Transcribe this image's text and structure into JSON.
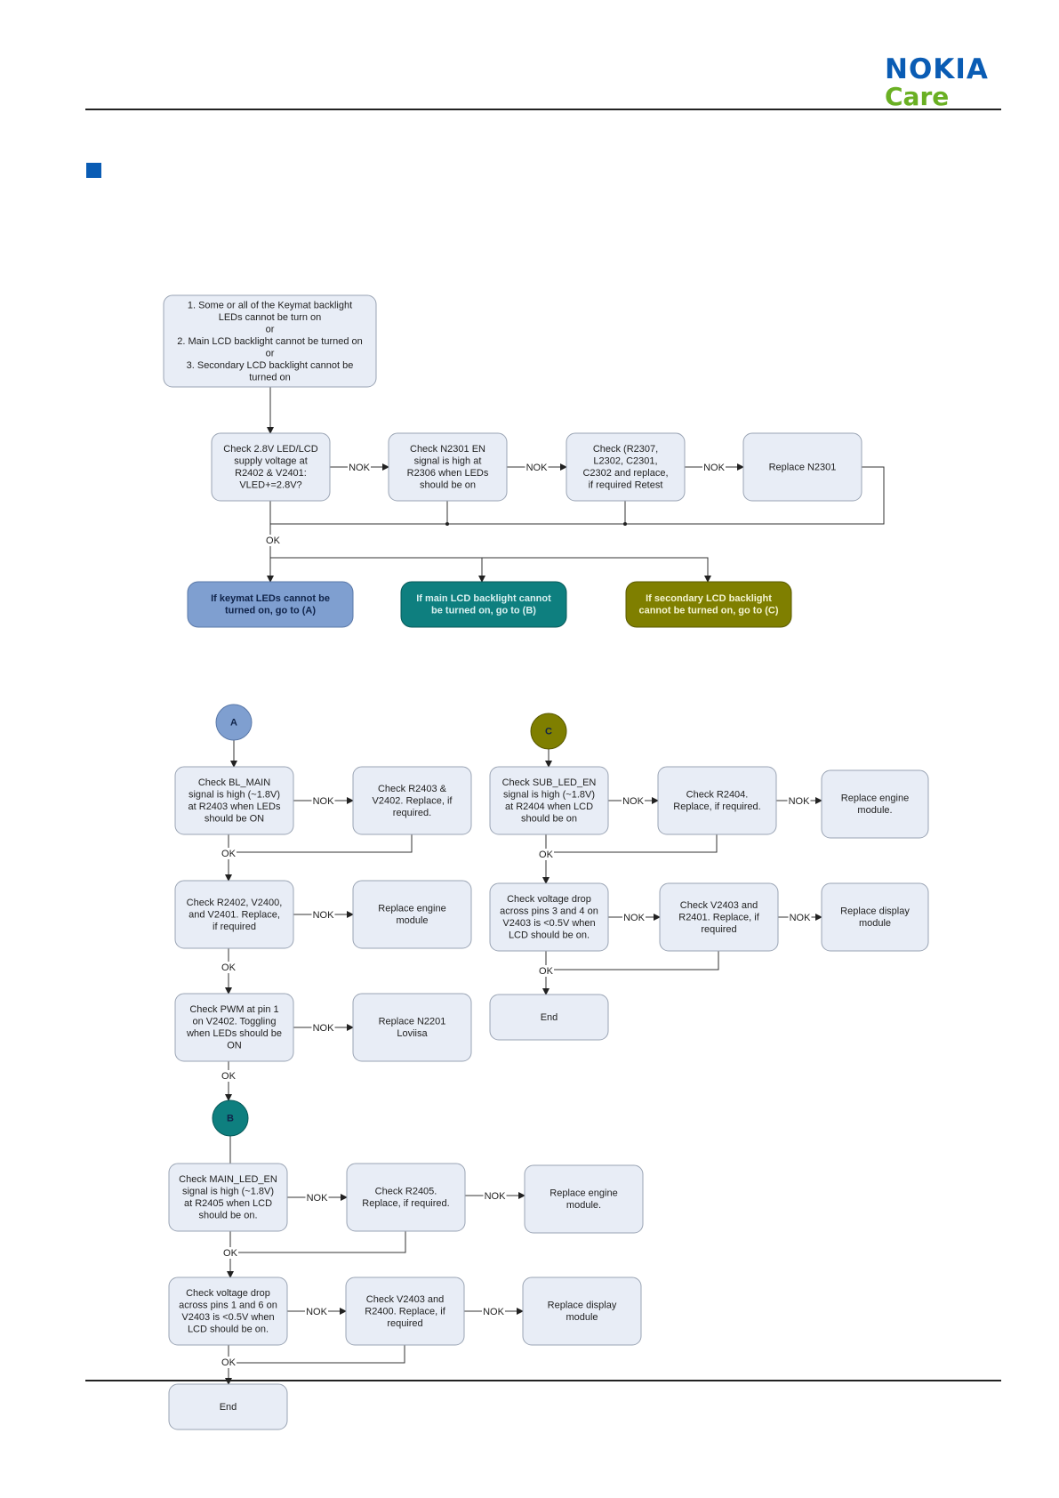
{
  "header": {
    "logo_nokia": "NOKIA",
    "logo_care": "Care"
  },
  "colors": {
    "box_fill": "#e8edf6",
    "box_stroke": "#9aa4b4",
    "path_a": "#7f9fd0",
    "path_b": "#0e7f7f",
    "path_c": "#7f7f00",
    "brand_blue": "#0a5cb4",
    "brand_green": "#6ab023"
  },
  "labels": {
    "ok": "OK",
    "nok": "NOK"
  },
  "nodes": [
    {
      "id": "start",
      "lines": [
        "1.  Some or all of the Keymat backlight",
        "LEDs cannot be turn on",
        "or",
        "2.  Main LCD backlight cannot be turned on",
        "or",
        "3.  Secondary LCD backlight cannot be",
        "turned on"
      ]
    },
    {
      "id": "n1",
      "lines": [
        "Check 2.8V LED/LCD",
        "supply voltage at",
        "R2402 & V2401:",
        "VLED+=2.8V?"
      ]
    },
    {
      "id": "n2",
      "lines": [
        "Check N2301 EN",
        "signal is high at",
        "R2306 when LEDs",
        "should be on"
      ]
    },
    {
      "id": "n3",
      "lines": [
        "Check (R2307,",
        "L2302, C2301,",
        "C2302 and replace,",
        "if required Retest"
      ]
    },
    {
      "id": "n4",
      "lines": [
        "Replace N2301"
      ]
    },
    {
      "id": "goA",
      "lines": [
        "If keymat LEDs cannot be",
        "turned on, go to (A)"
      ]
    },
    {
      "id": "goB",
      "lines": [
        "If main LCD backlight cannot",
        "be turned on, go to (B)"
      ]
    },
    {
      "id": "goC",
      "lines": [
        "If secondary LCD backlight",
        "cannot be turned on, go to (C)"
      ]
    },
    {
      "id": "cA",
      "lines": [
        "A"
      ]
    },
    {
      "id": "a1",
      "lines": [
        "Check BL_MAIN",
        "signal is high (~1.8V)",
        "at R2403 when LEDs",
        "should be ON"
      ]
    },
    {
      "id": "a1r",
      "lines": [
        "Check R2403 &",
        "V2402.  Replace, if",
        "required."
      ]
    },
    {
      "id": "a2",
      "lines": [
        "Check R2402, V2400,",
        "and V2401.  Replace,",
        "if required"
      ]
    },
    {
      "id": "a2r",
      "lines": [
        "Replace engine",
        "module"
      ]
    },
    {
      "id": "a3",
      "lines": [
        "Check PWM at pin 1",
        "on V2402.  Toggling",
        "when LEDs should be",
        "ON"
      ]
    },
    {
      "id": "a3r",
      "lines": [
        "Replace N2201",
        "Loviisa"
      ]
    },
    {
      "id": "cC",
      "lines": [
        "C"
      ]
    },
    {
      "id": "c1",
      "lines": [
        "Check SUB_LED_EN",
        "signal is high (~1.8V)",
        "at R2404 when LCD",
        "should be on"
      ]
    },
    {
      "id": "c1r",
      "lines": [
        "Check R2404.",
        "Replace, if required."
      ]
    },
    {
      "id": "c1rr",
      "lines": [
        "Replace engine",
        "module."
      ]
    },
    {
      "id": "c2",
      "lines": [
        "Check voltage drop",
        "across pins 3 and 4 on",
        "V2403 is <0.5V when",
        "LCD should be on."
      ]
    },
    {
      "id": "c2r",
      "lines": [
        "Check V2403 and",
        "R2401.  Replace, if",
        "required"
      ]
    },
    {
      "id": "c2rr",
      "lines": [
        "Replace display",
        "module"
      ]
    },
    {
      "id": "cEnd",
      "lines": [
        "End"
      ]
    },
    {
      "id": "cB",
      "lines": [
        "B"
      ]
    },
    {
      "id": "b1",
      "lines": [
        "Check MAIN_LED_EN",
        "signal is high (~1.8V)",
        "at R2405 when LCD",
        "should be on."
      ]
    },
    {
      "id": "b1r",
      "lines": [
        "Check R2405.",
        "Replace, if required."
      ]
    },
    {
      "id": "b1rr",
      "lines": [
        "Replace engine",
        "module."
      ]
    },
    {
      "id": "b2",
      "lines": [
        "Check voltage drop",
        "across pins 1 and 6 on",
        "V2403 is <0.5V when",
        "LCD should be on."
      ]
    },
    {
      "id": "b2r",
      "lines": [
        "Check V2403 and",
        "R2400.  Replace, if",
        "required"
      ]
    },
    {
      "id": "b2rr",
      "lines": [
        "Replace display",
        "module"
      ]
    },
    {
      "id": "bEnd",
      "lines": [
        "End"
      ]
    }
  ]
}
